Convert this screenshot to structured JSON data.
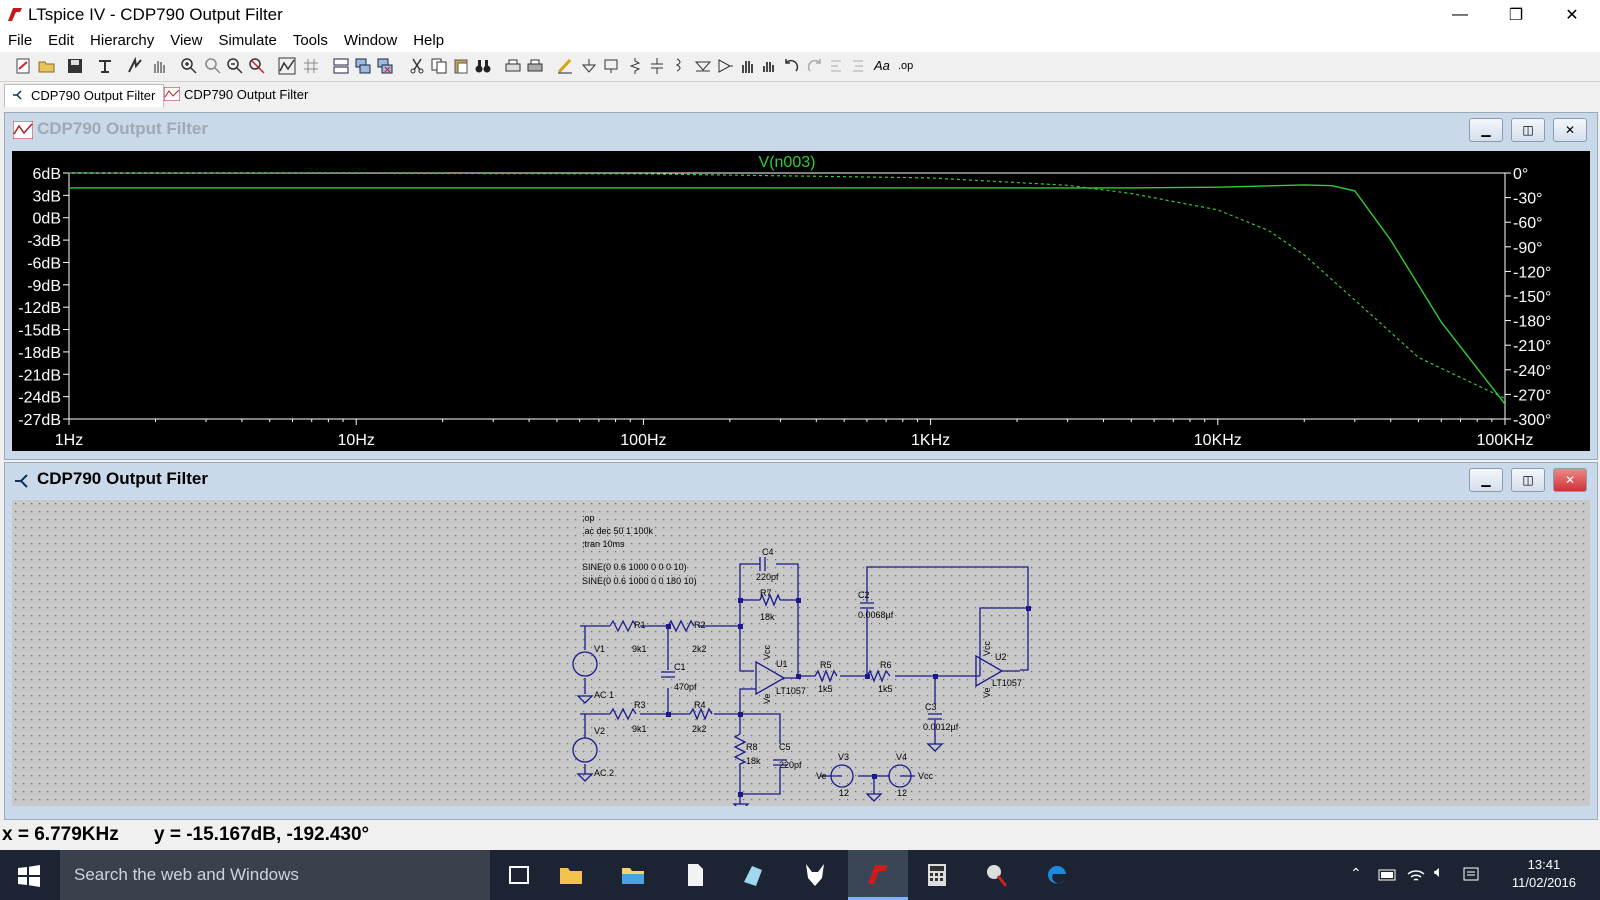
{
  "window": {
    "title": "LTspice IV - CDP790 Output Filter",
    "minimize": "—",
    "maximize": "❐",
    "close": "✕"
  },
  "menu": [
    "File",
    "Edit",
    "Hierarchy",
    "View",
    "Simulate",
    "Tools",
    "Window",
    "Help"
  ],
  "tabs": [
    {
      "label": "CDP790 Output Filter",
      "icon": "schematic-icon"
    },
    {
      "label": "CDP790 Output Filter",
      "icon": "waveform-icon"
    }
  ],
  "plot_window": {
    "title": "CDP790 Output Filter"
  },
  "schematic_window": {
    "title": "CDP790 Output Filter"
  },
  "chart_data": {
    "type": "line",
    "trace_label": "V(n003)",
    "x_scale": "log",
    "xlim": [
      "1Hz",
      "100KHz"
    ],
    "x_ticks": [
      "1Hz",
      "10Hz",
      "100Hz",
      "1KHz",
      "10KHz",
      "100KHz"
    ],
    "y_ticks_left": [
      "6dB",
      "3dB",
      "0dB",
      "-3dB",
      "-6dB",
      "-9dB",
      "-12dB",
      "-15dB",
      "-18dB",
      "-21dB",
      "-24dB",
      "-27dB"
    ],
    "y_ticks_right": [
      "0°",
      "-30°",
      "-60°",
      "-90°",
      "-120°",
      "-150°",
      "-180°",
      "-210°",
      "-240°",
      "-270°",
      "-300°"
    ],
    "ylim_db": [
      -27,
      6
    ],
    "ylim_phase": [
      -300,
      0
    ],
    "series": [
      {
        "name": "magnitude",
        "style": "solid",
        "unit": "dB",
        "x": [
          1,
          100,
          1000,
          5000,
          10000,
          20000,
          25000,
          30000,
          40000,
          60000,
          100000
        ],
        "y": [
          4,
          4,
          4,
          4,
          4.1,
          4.4,
          4.3,
          3.6,
          -3,
          -14,
          -25
        ]
      },
      {
        "name": "phase",
        "style": "dashed",
        "unit": "deg",
        "x": [
          1,
          100,
          1000,
          3000,
          5000,
          10000,
          15000,
          20000,
          30000,
          50000,
          100000
        ],
        "y": [
          0,
          -1,
          -6,
          -15,
          -25,
          -45,
          -70,
          -100,
          -155,
          -225,
          -275
        ]
      }
    ],
    "color": "#33cc33"
  },
  "schematic": {
    "directives": [
      ";op",
      ".ac dec 50 1 100k",
      ";tran 10ms"
    ],
    "sources_text": [
      "SINE(0 0.6 1000 0 0 0 10)",
      "SINE(0 0.6 1000 0 0 180 10)"
    ],
    "labels": {
      "V1": "V1",
      "V2": "V2",
      "AC1": "AC 1",
      "AC2": "AC 2",
      "R1": "R1",
      "R1v": "9k1",
      "R2": "R2",
      "R2v": "2k2",
      "R3": "R3",
      "R3v": "9k1",
      "R4": "R4",
      "R4v": "2k2",
      "C1": "C1",
      "C1v": "470pf",
      "C4": "C4",
      "C4v": "220pf",
      "R7": "R7",
      "R7v": "18k",
      "U1": "U1",
      "U1v": "LT1057",
      "R5": "R5",
      "R5v": "1k5",
      "R6": "R6",
      "R6v": "1k5",
      "C2": "C2",
      "C2v": "0.0068µf",
      "C3": "C3",
      "C3v": "0.0012µf",
      "U2": "U2",
      "U2v": "LT1057",
      "R8": "R8",
      "R8v": "18k",
      "C5": "C5",
      "C5v": "220pf",
      "V3": "V3",
      "V3v": "12",
      "V4": "V4",
      "V4v": "12",
      "Ve": "Ve",
      "Vcc": "Vcc",
      "Vcc1": "Vcc",
      "Vcc2": "Vcc",
      "Ve1": "Ve",
      "Ve2": "Ve"
    }
  },
  "status": {
    "x": "x = 6.779KHz",
    "y": "y = -15.167dB, -192.430°"
  },
  "taskbar": {
    "search": "Search the web and Windows",
    "time": "13:41",
    "date": "11/02/2016"
  }
}
